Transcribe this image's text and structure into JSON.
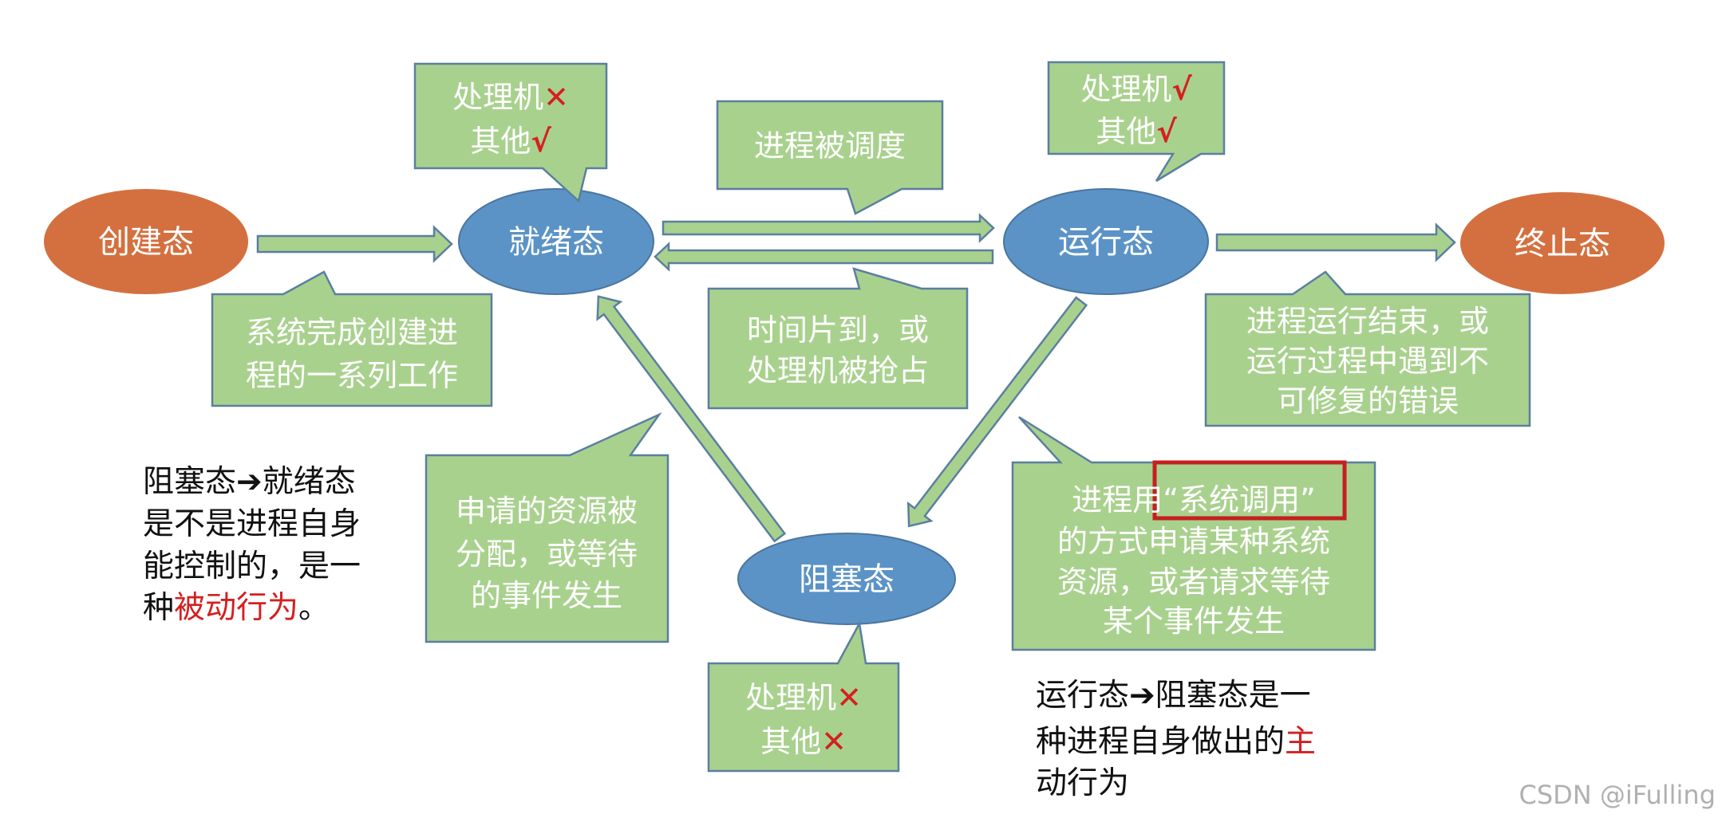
{
  "states": {
    "created": "创建态",
    "ready": "就绪态",
    "running": "运行态",
    "terminated": "终止态",
    "blocked": "阻塞态"
  },
  "colors": {
    "callout_fill": "#a9d18e",
    "blue_state": "#5b93c6",
    "orange_state": "#d4703f",
    "highlight": "#d42020"
  },
  "callouts": {
    "ready_resources": {
      "line1": "处理机",
      "mark1": "✕",
      "line2": "其他",
      "mark2": "√"
    },
    "running_resources": {
      "line1": "处理机",
      "mark1": "√",
      "line2": "其他",
      "mark2": "√"
    },
    "blocked_resources": {
      "line1": "处理机",
      "mark1": "✕",
      "line2": "其他",
      "mark2": "✕"
    },
    "scheduled": "进程被调度",
    "create_work": [
      "系统完成创建进",
      "程的一系列工作"
    ],
    "time_slice": [
      "时间片到，或",
      "处理机被抢占"
    ],
    "finished": [
      "进程运行结束，或",
      "运行过程中遇到不",
      "可修复的错误"
    ],
    "resource_granted": [
      "申请的资源被",
      "分配，或等待",
      "的事件发生"
    ],
    "system_call": {
      "prefix": "进程用",
      "highlight": "“系统调用”",
      "lines": [
        "的方式申请某种系统",
        "资源，或者请求等待",
        "某个事件发生"
      ]
    }
  },
  "notes": {
    "blocked_to_ready": {
      "lines": [
        "阻塞态➔就绪态",
        "是不是进程自身",
        "能控制的，是一"
      ],
      "last_prefix": "种",
      "last_red": "被动行为",
      "last_suffix": "。"
    },
    "running_to_blocked": {
      "lines": [
        "运行态➔阻塞态是一"
      ],
      "line2_prefix": "种进程自身做出的",
      "line2_red": "主",
      "line3_red": "动行为"
    }
  },
  "watermark": "CSDN @iFulling"
}
